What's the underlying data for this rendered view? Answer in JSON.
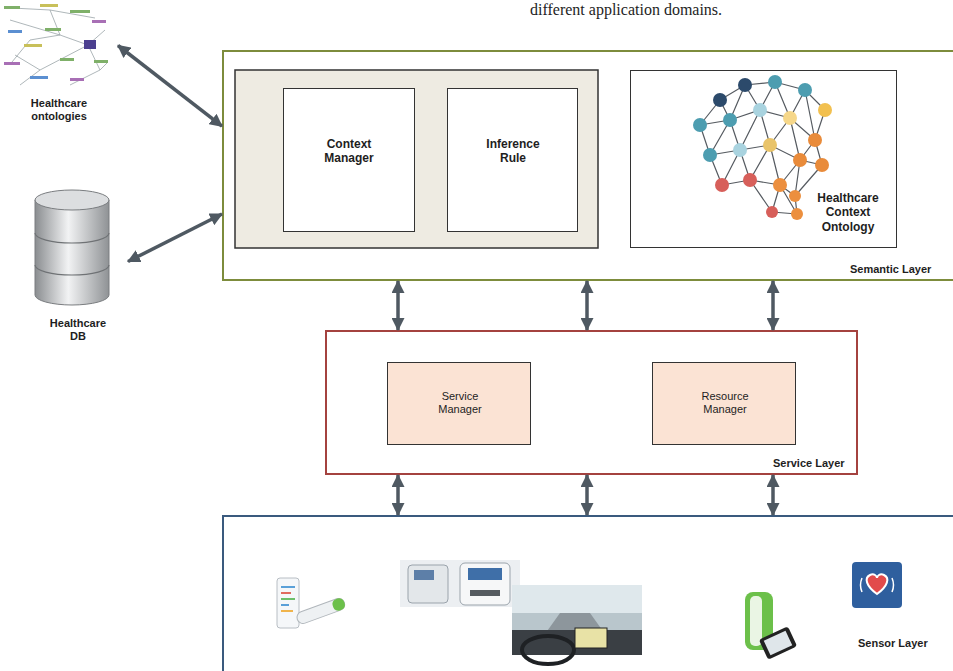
{
  "diagram": {
    "nodes": [
      {
        "text": [
          "Healthcare ontologies"
        ]
      },
      {
        "text": [
          "Semantic Layer"
        ]
      },
      {
        "text": [
          "Context Manager"
        ],
        "in": 1
      },
      {
        "text": [
          "Inference Rule"
        ],
        "in": 1
      },
      {
        "text": [
          "Healthcare Context Ontology"
        ],
        "in": 1
      },
      {
        "text": [
          "Healthcare DB"
        ]
      },
      {
        "text": [
          "Service Layer"
        ]
      },
      {
        "text": [
          "Service Manager"
        ],
        "in": 6
      },
      {
        "text": [
          "Resource Manager"
        ],
        "in": 6
      },
      {
        "text": [
          "Sensor Layer"
        ]
      }
    ],
    "edges": [
      {
        "from": 0,
        "to": 1,
        "arrow": "both"
      },
      {
        "from": 5,
        "to": 1,
        "arrow": "both"
      },
      {
        "from": 1,
        "to": 6,
        "arrow": "both"
      },
      {
        "from": 1,
        "to": 6,
        "arrow": "both"
      },
      {
        "from": 1,
        "to": 6,
        "arrow": "both"
      },
      {
        "from": 6,
        "to": 9,
        "arrow": "both"
      },
      {
        "from": 6,
        "to": 9,
        "arrow": "both"
      },
      {
        "from": 6,
        "to": 9,
        "arrow": "both"
      }
    ],
    "labels": [
      "different application domains."
    ]
  }
}
